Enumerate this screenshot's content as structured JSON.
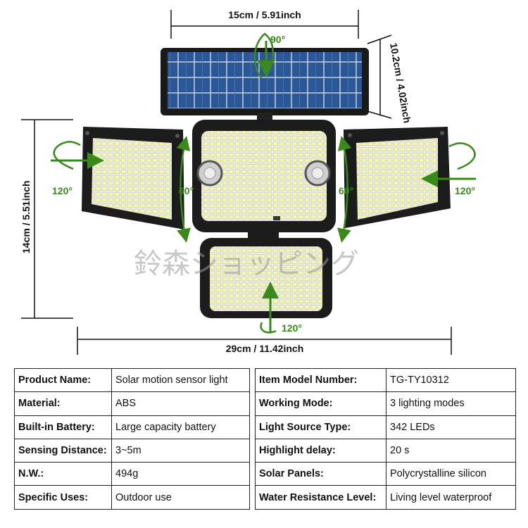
{
  "dimensions": {
    "solar_width": "15cm / 5.91inch",
    "solar_height": "10.2cm / 4.02inch",
    "lamp_height": "14cm / 5.51inch",
    "total_width": "29cm / 11.42inch"
  },
  "angles": {
    "solar_tilt": "90°",
    "left_head": "120°",
    "right_head": "120°",
    "left_hinge": "60°",
    "right_hinge": "60°",
    "bottom_head": "120°"
  },
  "watermark": "鈴森ショッピング",
  "colors": {
    "accent_green": "#3a8a1a",
    "housing": "#1c1c1c",
    "solar_blue": "#2e5c9e",
    "led_yellow": "#f4f6b0"
  },
  "specs_left": [
    {
      "label": "Product Name:",
      "value": "Solar motion sensor light"
    },
    {
      "label": "Material:",
      "value": "ABS"
    },
    {
      "label": "Built-in Battery:",
      "value": "Large capacity battery"
    },
    {
      "label": "Sensing Distance:",
      "value": "3~5m"
    },
    {
      "label": "N.W.:",
      "value": "494g"
    },
    {
      "label": "Specific Uses:",
      "value": "Outdoor use"
    }
  ],
  "specs_right": [
    {
      "label": "Item Model Number:",
      "value": "TG-TY10312"
    },
    {
      "label": "Working Mode:",
      "value": "3 lighting modes"
    },
    {
      "label": "Light Source Type:",
      "value": "342 LEDs"
    },
    {
      "label": "Highlight delay:",
      "value": "20 s"
    },
    {
      "label": "Solar Panels:",
      "value": "Polycrystalline silicon"
    },
    {
      "label": "Water Resistance Level:",
      "value": "Living level waterproof"
    }
  ]
}
